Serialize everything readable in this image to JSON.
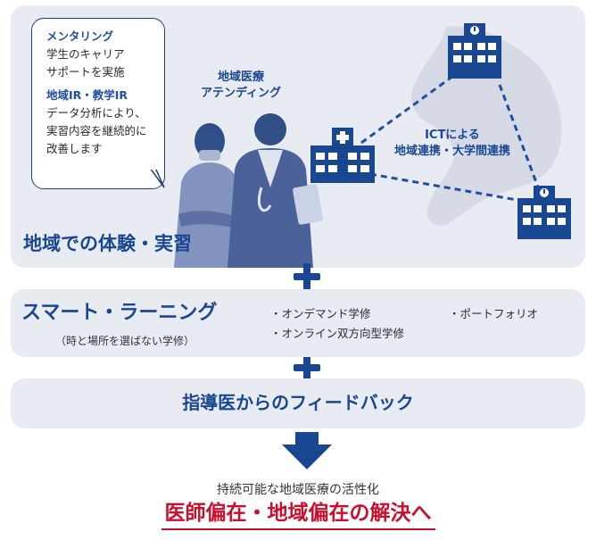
{
  "bubble": {
    "mentoring_heading": "メンタリング",
    "mentoring_line1": "学生のキャリア",
    "mentoring_line2": "サポートを実施",
    "ir_heading": "地域IR・教学IR",
    "ir_line1": "データ分析により、",
    "ir_line2": "実習内容を継続的に",
    "ir_line3": "改善します"
  },
  "attending": {
    "line1": "地域医療",
    "line2": "アテンディング"
  },
  "ict": {
    "line1": "ICTによる",
    "line2": "地域連携・大学間連携"
  },
  "top_title": "地域での体験・実習",
  "smart": {
    "title": "スマート・ラーニング",
    "subtitle": "（時と場所を選ばない学修）",
    "bullets": [
      "・オンデマンド学修",
      "・オンライン双方向型学修",
      "・ポートフォリオ"
    ]
  },
  "feedback_title": "指導医からのフィードバック",
  "outcome": {
    "subtitle": "持続可能な地域医療の活性化",
    "title": "医師偏在・地域偏在の解決へ"
  },
  "colors": {
    "primary": "#1a4792",
    "accent": "#c8102e",
    "panel": "#e8ebf2"
  },
  "icons": [
    "hospital-icon",
    "plus-icon",
    "down-arrow-icon",
    "doctor-silhouette",
    "map-silhouette"
  ]
}
